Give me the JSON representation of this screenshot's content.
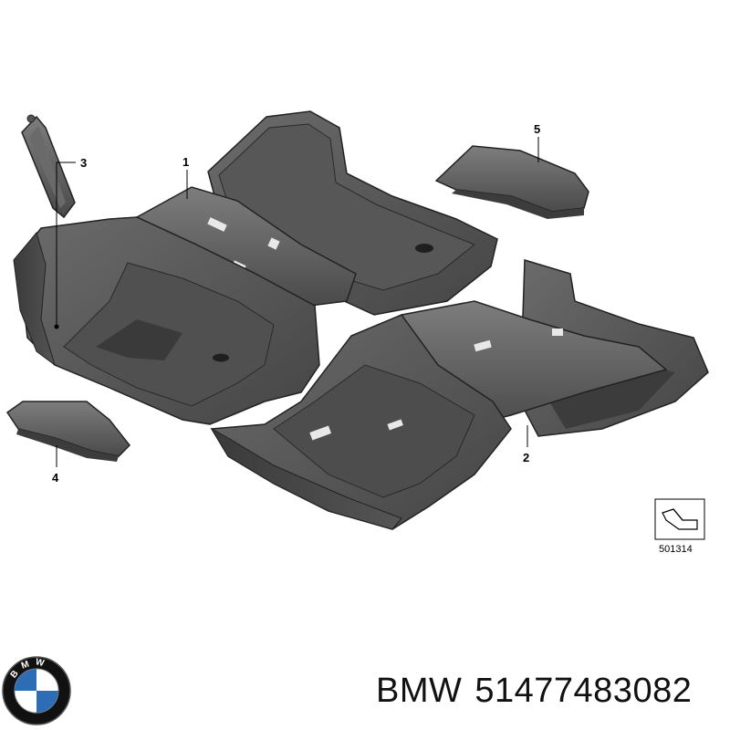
{
  "diagram": {
    "callouts": [
      {
        "id": "1",
        "label": "1"
      },
      {
        "id": "2",
        "label": "2"
      },
      {
        "id": "3",
        "label": "3"
      },
      {
        "id": "4",
        "label": "4"
      },
      {
        "id": "5",
        "label": "5"
      }
    ],
    "reference_code": "501314"
  },
  "logo": {
    "ring_text": "BMW",
    "colors": {
      "blue": "#2d6db5",
      "ring": "#111111",
      "white": "#ffffff"
    }
  },
  "footer": {
    "brand": "BMW",
    "part_number": "51477483082"
  },
  "colors": {
    "part_fill": "#5b5b5b",
    "part_dark": "#3e3e3e",
    "part_light": "#7a7a7a",
    "outline": "#222222"
  }
}
